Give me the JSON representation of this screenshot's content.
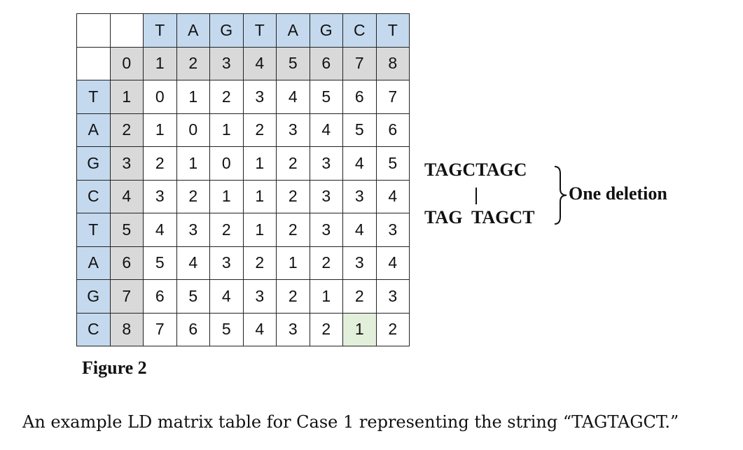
{
  "matrix": {
    "column_header": [
      "T",
      "A",
      "G",
      "T",
      "A",
      "G",
      "C",
      "T"
    ],
    "row_header": [
      "T",
      "A",
      "G",
      "C",
      "T",
      "A",
      "G",
      "C"
    ],
    "index_row": [
      "0",
      "1",
      "2",
      "3",
      "4",
      "5",
      "6",
      "7",
      "8"
    ],
    "index_col": [
      "1",
      "2",
      "3",
      "4",
      "5",
      "6",
      "7",
      "8"
    ],
    "values": [
      [
        "0",
        "1",
        "2",
        "3",
        "4",
        "5",
        "6",
        "7"
      ],
      [
        "1",
        "0",
        "1",
        "2",
        "3",
        "4",
        "5",
        "6"
      ],
      [
        "2",
        "1",
        "0",
        "1",
        "2",
        "3",
        "4",
        "5"
      ],
      [
        "3",
        "2",
        "1",
        "1",
        "2",
        "3",
        "3",
        "4"
      ],
      [
        "4",
        "3",
        "2",
        "1",
        "2",
        "3",
        "4",
        "3"
      ],
      [
        "5",
        "4",
        "3",
        "2",
        "1",
        "2",
        "3",
        "4"
      ],
      [
        "6",
        "5",
        "4",
        "3",
        "2",
        "1",
        "2",
        "3"
      ],
      [
        "7",
        "6",
        "5",
        "4",
        "3",
        "2",
        "1",
        "2"
      ]
    ],
    "highlight": {
      "row": 7,
      "col": 6,
      "color": "#e2efda"
    },
    "colors": {
      "header": "#c4d9ee",
      "index": "#d9d9d9"
    }
  },
  "figure_label": "Figure 2",
  "alignment": {
    "top": "TAGCTAGC",
    "bar": "|",
    "bottom": "TAG  TAGCT",
    "label": "One deletion"
  },
  "caption": "An example LD matrix table for Case 1 representing the string “TAGTAGCT.”"
}
